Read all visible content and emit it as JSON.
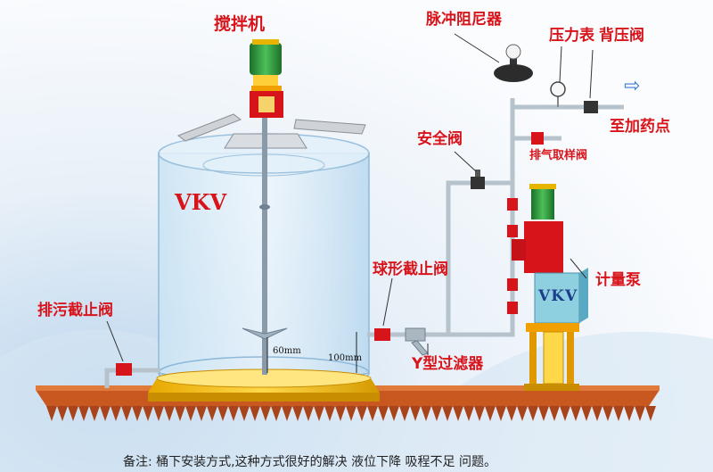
{
  "labels": {
    "agitator": "搅拌机",
    "pulsation_damper": "脉冲阻尼器",
    "pressure_gauge": "压力表",
    "back_pressure_valve": "背压阀",
    "to_dosing_point": "至加药点",
    "safety_valve": "安全阀",
    "vent_sampling_valve": "排气取样阀",
    "metering_pump": "计量泵",
    "ball_stop_valve": "球形截止阀",
    "y_strainer": "Y型过滤器",
    "drain_stop_valve": "排污截止阀"
  },
  "brand": {
    "tank": "VKV",
    "pump": "VKV"
  },
  "dimensions": {
    "d60": "60mm",
    "d100": "100mm"
  },
  "note": "备注: 桶下安装方式,这种方式很好的解决 液位下降 吸程不足 问题。",
  "colors": {
    "label_red": "#d8141b",
    "base_orange": "#c8581f",
    "pump_blue": "#8fd0e0",
    "motor_green": "#2f9a3a"
  }
}
